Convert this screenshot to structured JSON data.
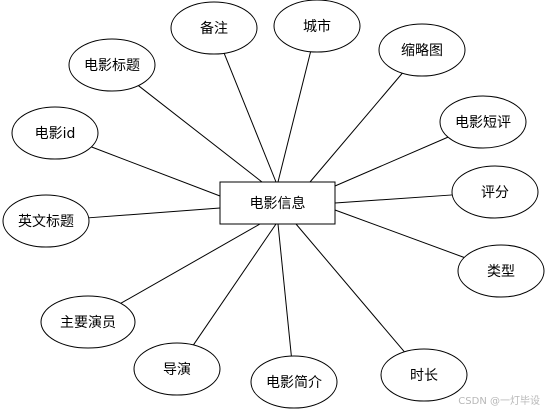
{
  "diagram": {
    "center": {
      "id": "entity",
      "label": "电影信息"
    },
    "attributes": [
      {
        "id": "remarks",
        "label": "备注"
      },
      {
        "id": "city",
        "label": "城市"
      },
      {
        "id": "thumbnail",
        "label": "缩略图"
      },
      {
        "id": "short-review",
        "label": "电影短评"
      },
      {
        "id": "rating",
        "label": "评分"
      },
      {
        "id": "type",
        "label": "类型"
      },
      {
        "id": "duration",
        "label": "时长"
      },
      {
        "id": "synopsis",
        "label": "电影简介"
      },
      {
        "id": "director",
        "label": "导演"
      },
      {
        "id": "cast",
        "label": "主要演员"
      },
      {
        "id": "english-title",
        "label": "英文标题"
      },
      {
        "id": "movie-id",
        "label": "电影id"
      },
      {
        "id": "movie-title",
        "label": "电影标题"
      }
    ]
  },
  "watermark": "CSDN @一灯毕设"
}
